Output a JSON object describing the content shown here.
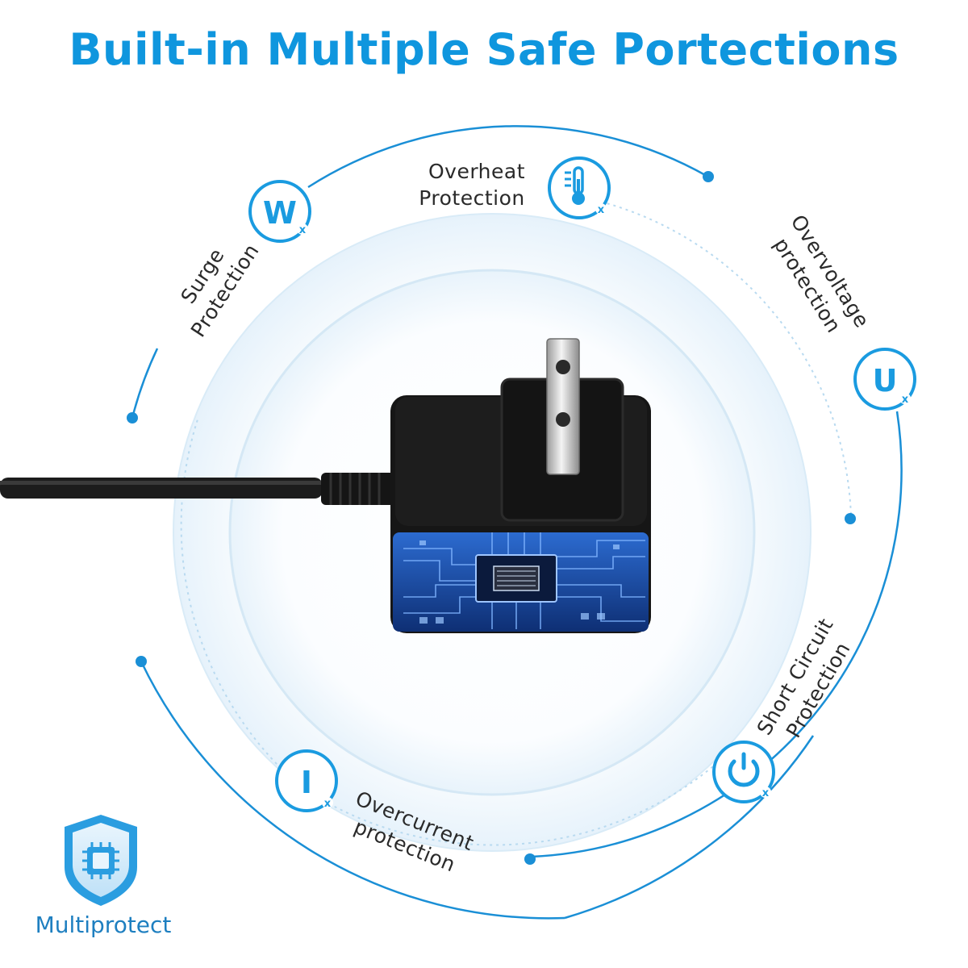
{
  "title": "Built-in Multiple Safe Portections",
  "features": {
    "overheat": {
      "line1": "Overheat",
      "line2": "Protection",
      "icon": "thermometer-icon",
      "symbol": ""
    },
    "surge": {
      "line1": "Surge",
      "line2": "Protection",
      "icon": "watt-icon",
      "symbol": "W"
    },
    "overvoltage": {
      "line1": "Overvoltage",
      "line2": "protection",
      "icon": "voltage-icon",
      "symbol": "U"
    },
    "short_circuit": {
      "line1": "Short Circuit",
      "line2": "Protection",
      "icon": "power-icon",
      "symbol": ""
    },
    "overcurrent": {
      "line1": "Overcurrent",
      "line2": "protection",
      "icon": "current-icon",
      "symbol": "I"
    }
  },
  "badge": {
    "label": "Multiprotect",
    "icon": "shield-chip-icon"
  },
  "colors": {
    "title": "#0f96de",
    "ring": "#1a8fd6",
    "icon_accent": "#1a9be0",
    "adapter_body": "#1a1a1a",
    "circuit": "#1b4fa8"
  }
}
